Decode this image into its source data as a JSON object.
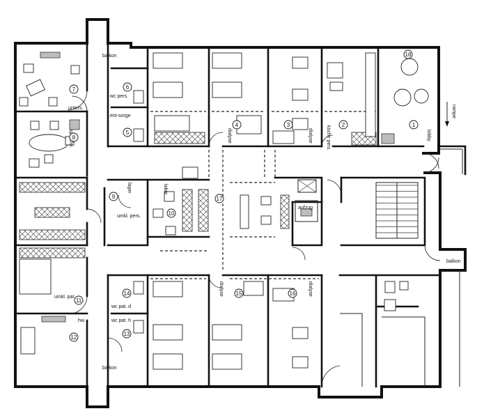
{
  "rooms": [
    {
      "num": "1"
    },
    {
      "num": "2"
    },
    {
      "num": "3"
    },
    {
      "num": "4"
    },
    {
      "num": "5"
    },
    {
      "num": "6"
    },
    {
      "num": "7"
    },
    {
      "num": "8"
    },
    {
      "num": "9"
    },
    {
      "num": "10"
    },
    {
      "num": "11"
    },
    {
      "num": "12"
    },
    {
      "num": "13"
    },
    {
      "num": "14"
    },
    {
      "num": "15"
    },
    {
      "num": "16"
    },
    {
      "num": "17"
    },
    {
      "num": "18"
    }
  ],
  "labels": {
    "balkon_top": "balkon",
    "balkon_right": "balkon",
    "balkon_bottom": "balkon",
    "unters": "unters.",
    "sprechz": "sprechz.",
    "wc_pers": "wc pers.",
    "entsorge": "ent-sorge",
    "dialyse_1": "dialyse",
    "dialyse_2": "dialyse",
    "kuche_pers": "küche pers.",
    "lobby": "lobby",
    "rampe": "rampe",
    "lager": "lager",
    "labor": "labor",
    "umkl_pers": "umkl. pers.",
    "aufzug": "aufzug",
    "umkl_pat": "umkl. pat.",
    "hw": "hw.",
    "wc_pat_d": "wc pat. d",
    "wc_pat_h": "wc pat. h",
    "dialyse_3": "dialyse",
    "dialyse_4": "dialyse"
  },
  "colors": {
    "line": "#111111",
    "background": "#ffffff",
    "fill_grey": "#bdbdbd"
  }
}
